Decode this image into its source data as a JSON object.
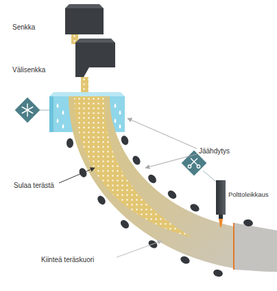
{
  "diagram": {
    "labels": [
      "Senkka",
      "Välisenkka",
      "Jäähdytys",
      "Sulaa terästä",
      "Kiinteä teräskuori",
      "Polttoleikkaus"
    ]
  }
}
